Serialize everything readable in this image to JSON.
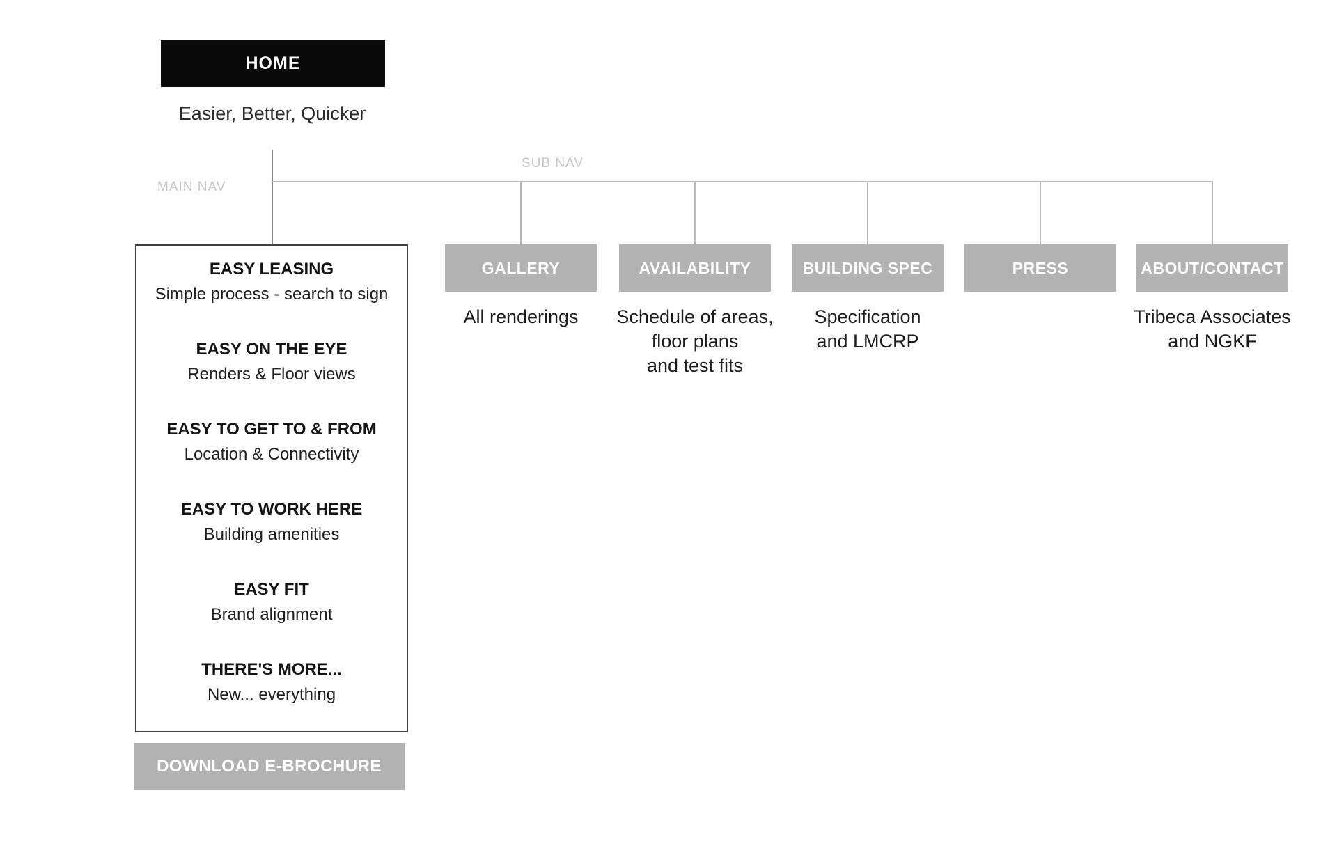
{
  "header": {
    "home_label": "HOME",
    "tagline": "Easier, Better, Quicker"
  },
  "labels": {
    "main_nav": "MAIN NAV",
    "sub_nav": "SUB NAV"
  },
  "main_nav": {
    "items": [
      {
        "title": "EASY LEASING",
        "subtitle": "Simple process - search to sign"
      },
      {
        "title": "EASY ON THE EYE",
        "subtitle": "Renders & Floor views"
      },
      {
        "title": "EASY TO GET TO & FROM",
        "subtitle": "Location & Connectivity"
      },
      {
        "title": "EASY TO WORK HERE",
        "subtitle": "Building amenities"
      },
      {
        "title": "EASY FIT",
        "subtitle": "Brand alignment"
      },
      {
        "title": "THERE'S MORE...",
        "subtitle": "New... everything"
      }
    ],
    "download_label": "DOWNLOAD E-BROCHURE"
  },
  "sub_nav": {
    "items": [
      {
        "label": "GALLERY",
        "caption_lines": [
          "All renderings"
        ]
      },
      {
        "label": "AVAILABILITY",
        "caption_lines": [
          "Schedule of areas,",
          "floor plans",
          "and test fits"
        ]
      },
      {
        "label": "BUILDING SPEC",
        "caption_lines": [
          "Specification",
          "and LMCRP"
        ]
      },
      {
        "label": "PRESS",
        "caption_lines": []
      },
      {
        "label": "ABOUT/CONTACT",
        "caption_lines": [
          "Tribeca Associates",
          "and NGKF"
        ]
      }
    ]
  },
  "colors": {
    "node_black": "#0a0a0a",
    "button_gray": "#b2b2b2",
    "faint_label_gray": "#c5c5c5",
    "connector_gray": "#b8b8b8",
    "trunk_gray": "#848484",
    "box_border": "#3d3d3d",
    "text_black": "#1e1e1e",
    "white": "#ffffff"
  }
}
